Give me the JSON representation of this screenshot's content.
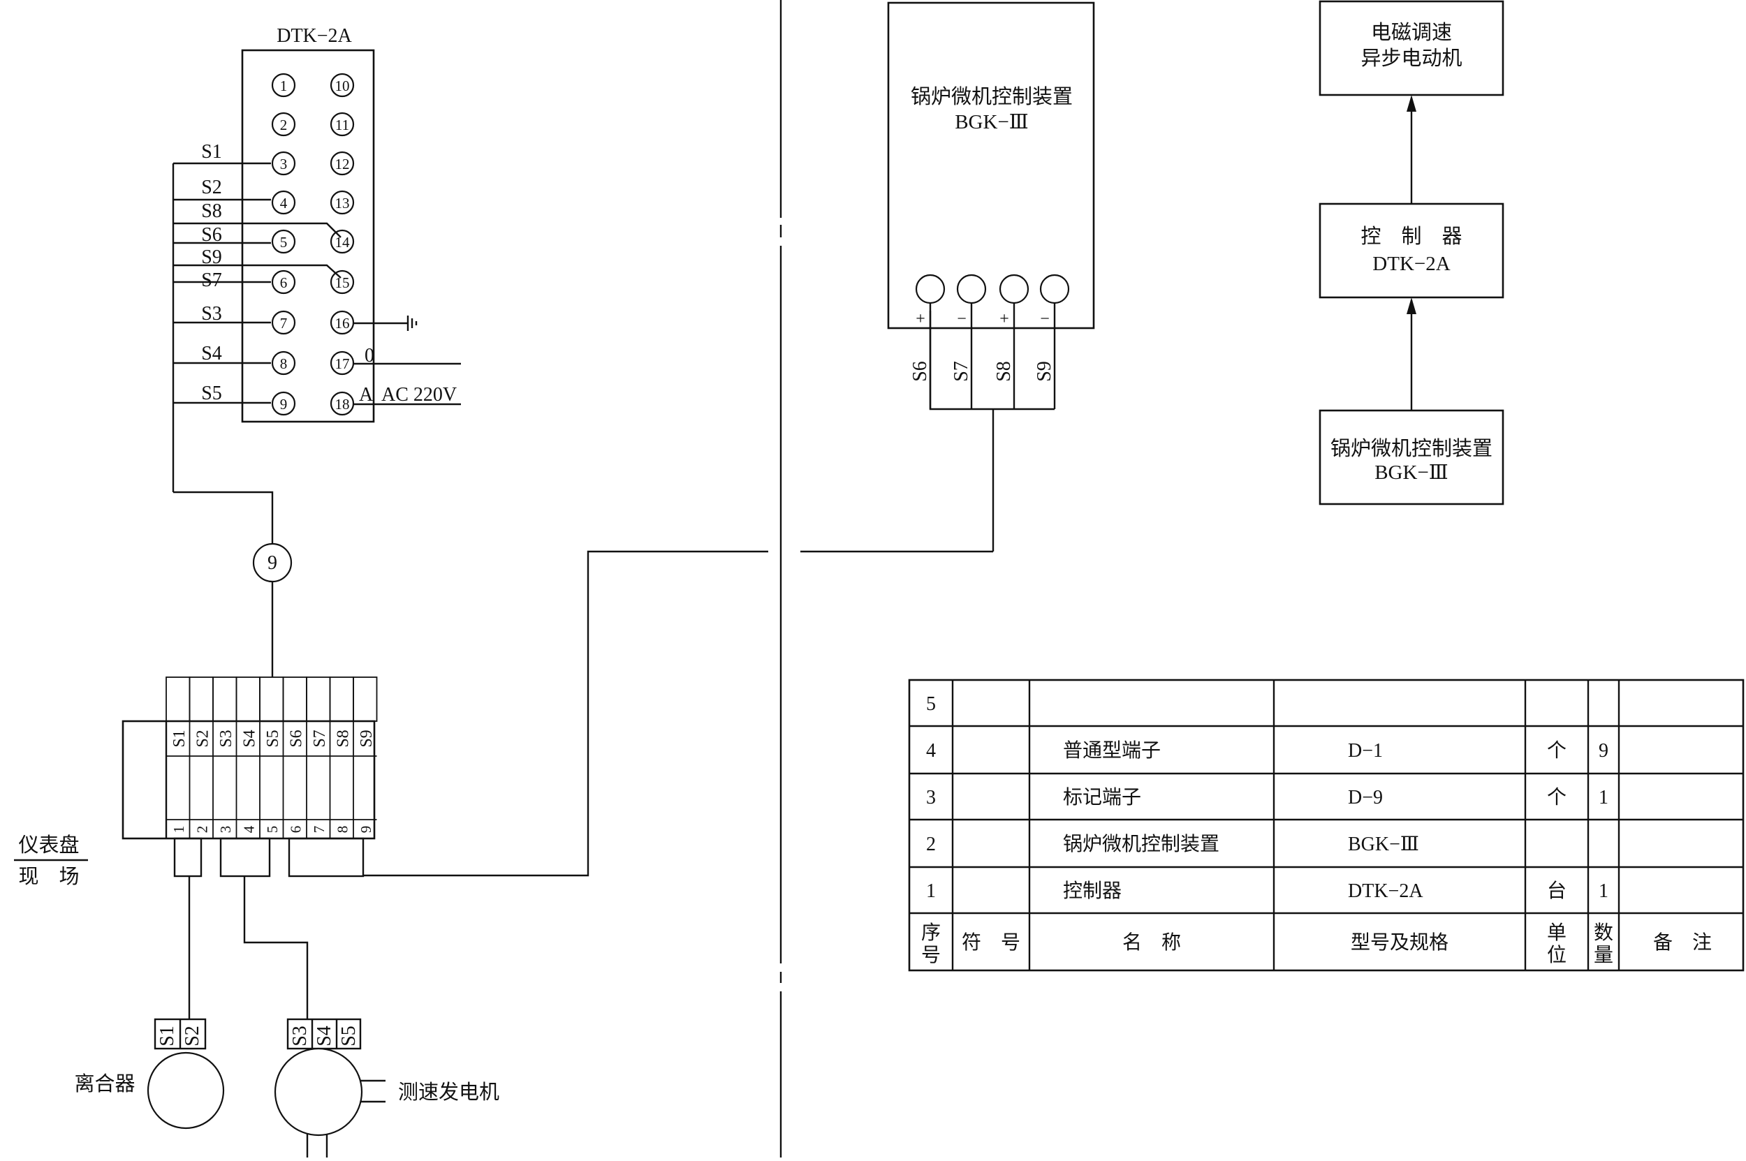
{
  "controller": {
    "title": "DTK−2A",
    "left_terminals": [
      "1",
      "2",
      "3",
      "4",
      "5",
      "6",
      "7",
      "8",
      "9"
    ],
    "right_terminals": [
      "10",
      "11",
      "12",
      "13",
      "14",
      "15",
      "16",
      "17",
      "18"
    ],
    "line_17_label": "0",
    "line_18_label_a": "A",
    "line_18_label": "AC 220V"
  },
  "signals": {
    "s1": "S1",
    "s2": "S2",
    "s3": "S3",
    "s4": "S4",
    "s5": "S5",
    "s6": "S6",
    "s7": "S7",
    "s8": "S8",
    "s9": "S9"
  },
  "cable_label": "9",
  "terminal_strip": {
    "top_labels": [
      "S1",
      "S2",
      "S3",
      "S4",
      "S5",
      "S6",
      "S7",
      "S8",
      "S9"
    ],
    "bottom_numbers": [
      "1",
      "2",
      "3",
      "4",
      "5",
      "6",
      "7",
      "8",
      "9"
    ]
  },
  "panel_labels": {
    "upper": "仪表盘",
    "lower": "现　场"
  },
  "field_devices": {
    "clutch_label": "离合器",
    "clutch_terms": [
      "S1",
      "S2"
    ],
    "generator_label": "测速发电机",
    "generator_terms": [
      "S3",
      "S4",
      "S5"
    ]
  },
  "bgk_device": {
    "name": "锅炉微机控制装置",
    "model": "BGK−Ⅲ",
    "polarity": [
      "+",
      "−",
      "+",
      "−"
    ],
    "out_labels": [
      "S6",
      "S7",
      "S8",
      "S9"
    ]
  },
  "block_diagram": {
    "motor_line1": "电磁调速",
    "motor_line2": "异步电动机",
    "controller_line1": "控　制　器",
    "controller_line2": "DTK−2A",
    "bgk_line1": "锅炉微机控制装置",
    "bgk_line2": "BGK−Ⅲ"
  },
  "table": {
    "headers": {
      "no_a": "序",
      "no_b": "号",
      "symbol": "符　号",
      "name": "名　称",
      "model": "型号及规格",
      "unit_a": "单",
      "unit_b": "位",
      "qty_a": "数",
      "qty_b": "量",
      "remark": "备　注"
    },
    "rows": [
      {
        "no": "5",
        "symbol": "",
        "name": "",
        "model": "",
        "unit": "",
        "qty": "",
        "remark": ""
      },
      {
        "no": "4",
        "symbol": "",
        "name": "普通型端子",
        "model": "D−1",
        "unit": "个",
        "qty": "9",
        "remark": ""
      },
      {
        "no": "3",
        "symbol": "",
        "name": "标记端子",
        "model": "D−9",
        "unit": "个",
        "qty": "1",
        "remark": ""
      },
      {
        "no": "2",
        "symbol": "",
        "name": "锅炉微机控制装置",
        "model": "BGK−Ⅲ",
        "unit": "",
        "qty": "",
        "remark": ""
      },
      {
        "no": "1",
        "symbol": "",
        "name": "控制器",
        "model": "DTK−2A",
        "unit": "台",
        "qty": "1",
        "remark": ""
      }
    ]
  }
}
